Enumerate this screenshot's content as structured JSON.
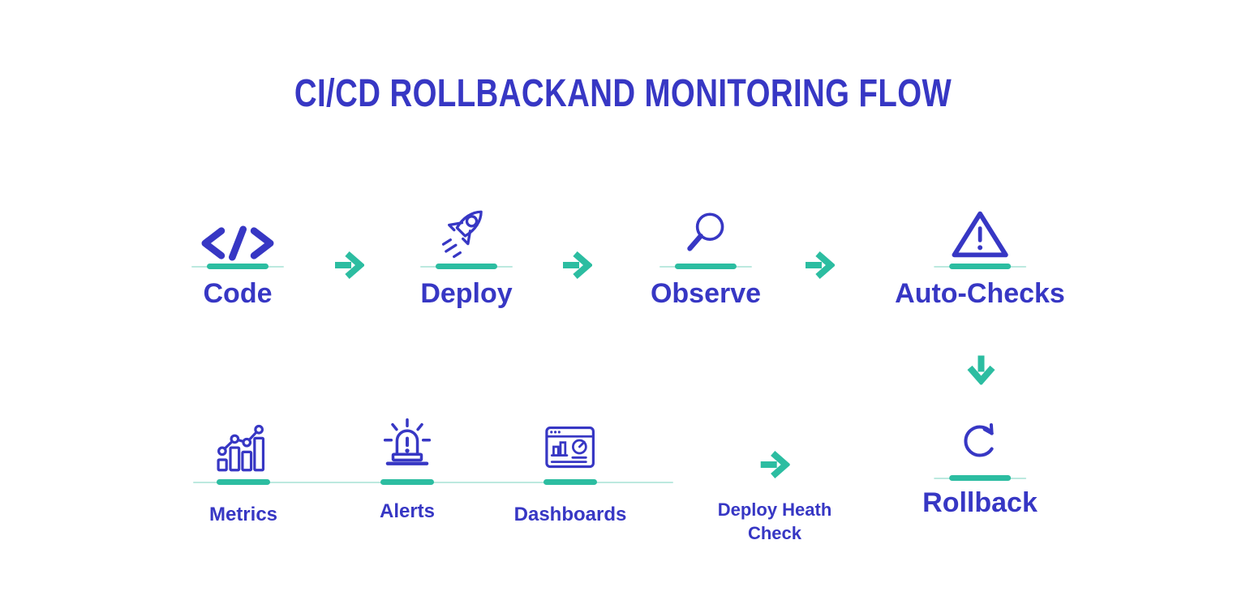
{
  "title": "CI/CD ROLLBACKAND MONITORING FLOW",
  "colors": {
    "primary": "#3737c4",
    "accent": "#2cbda1",
    "accent_light": "#bce9df",
    "background": "#ffffff"
  },
  "flow": {
    "top_steps": [
      {
        "label": "Code",
        "icon": "code-icon"
      },
      {
        "label": "Deploy",
        "icon": "rocket-icon"
      },
      {
        "label": "Observe",
        "icon": "magnifier-icon"
      },
      {
        "label": "Auto-Checks",
        "icon": "warning-triangle-icon"
      }
    ],
    "bottom_steps": [
      {
        "label": "Metrics",
        "icon": "bar-chart-icon"
      },
      {
        "label": "Alerts",
        "icon": "siren-icon"
      },
      {
        "label": "Dashboards",
        "icon": "dashboard-icon"
      }
    ],
    "health_check_label": {
      "line1": "Deploy Heath",
      "line2": "Check"
    },
    "rollback_step": {
      "label": "Rollback",
      "icon": "rollback-icon"
    }
  }
}
